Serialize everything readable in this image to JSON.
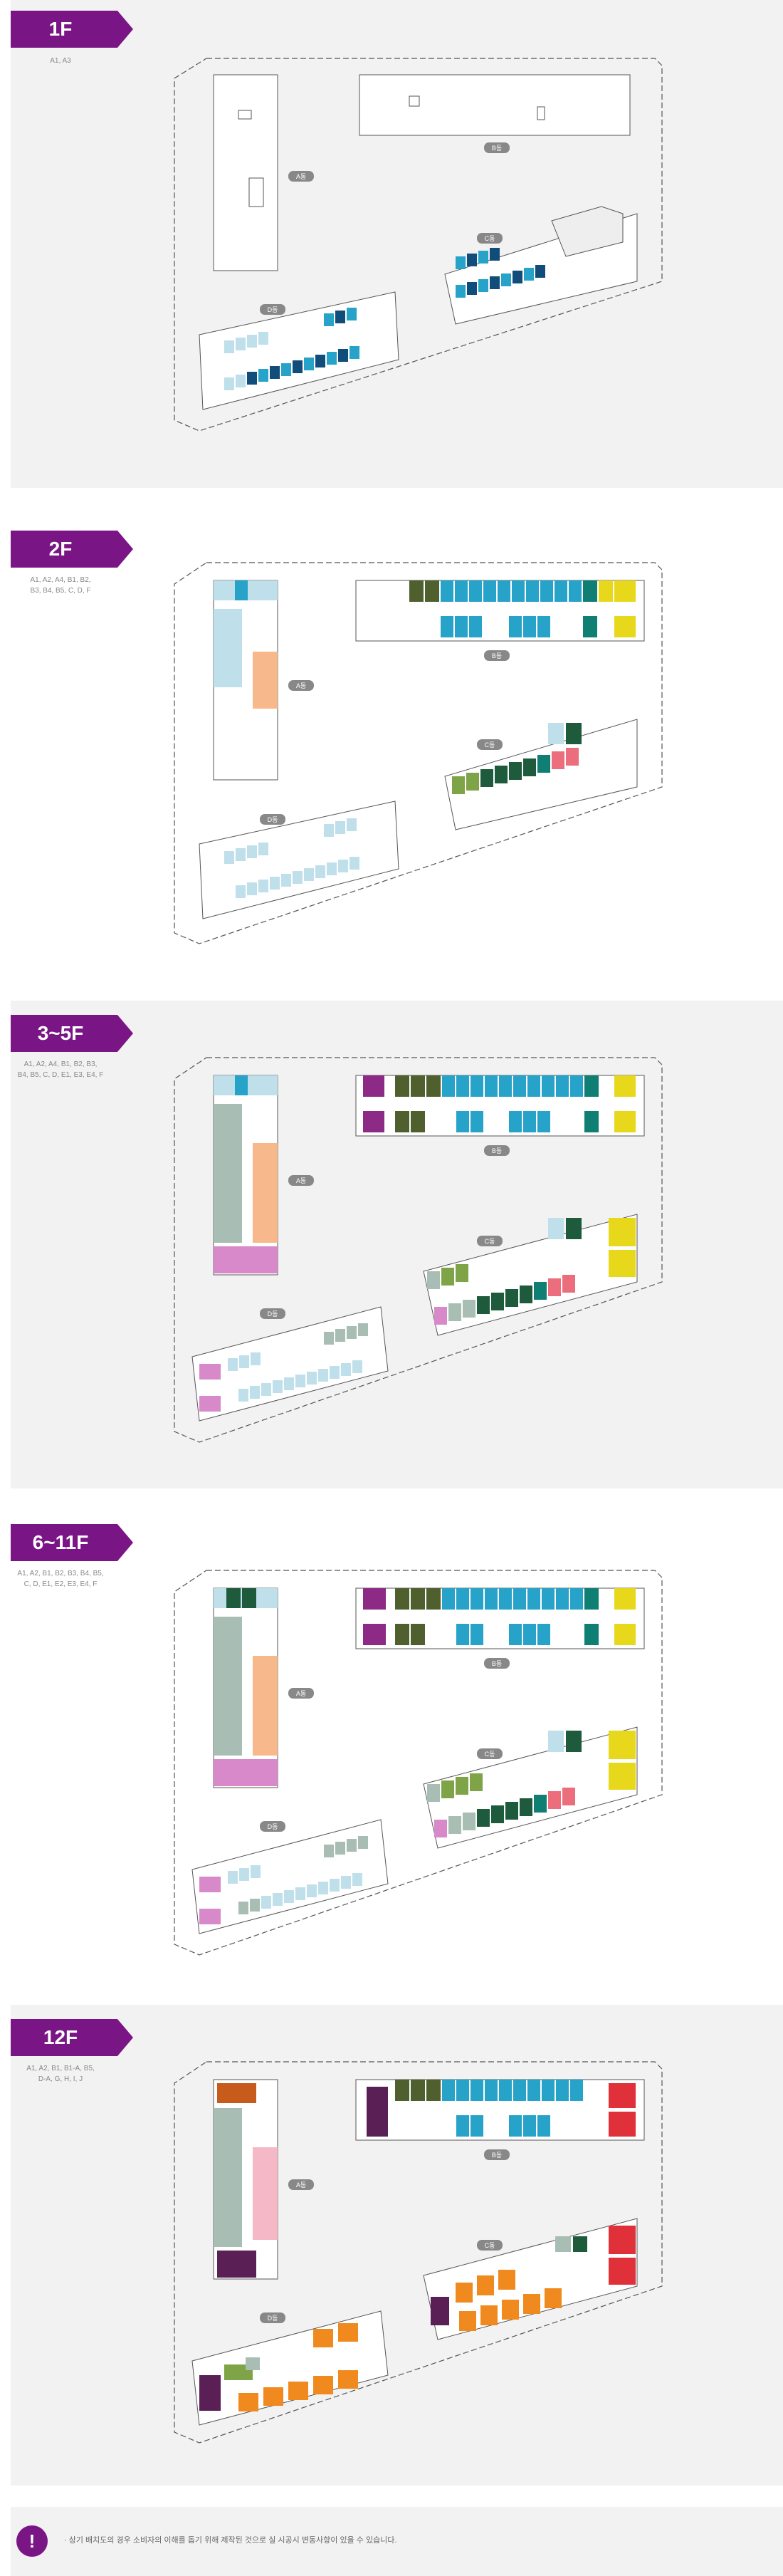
{
  "colors": {
    "tag": "#7a1585",
    "outline": "#555555",
    "lightblue": "#bfe0ea",
    "blue": "#27a3c9",
    "navy": "#114d7a",
    "teal": "#0f7f73",
    "darkgreen": "#1e5b3d",
    "olive": "#4f5f2e",
    "yellow": "#e8d81c",
    "orange": "#f7b98b",
    "pink": "#d789c9",
    "grayish": "#a8bdb3",
    "green": "#7ea447",
    "magenta": "#8c2a86",
    "red": "#e0303a",
    "salmon": "#ec6e7c",
    "deeporange": "#f08a1e",
    "babypink": "#f4b8c6",
    "plum": "#5a1f55",
    "rust": "#c75b1c"
  },
  "floors": [
    {
      "title": "1F",
      "units": [
        "A1, A3"
      ]
    },
    {
      "title": "2F",
      "units": [
        "A1, A2, A4, B1, B2,",
        "B3, B4, B5, C, D, F"
      ]
    },
    {
      "title": "3~5F",
      "units": [
        "A1, A2, A4, B1, B2, B3,",
        "B4, B5, C, D, E1, E3, E4, F"
      ]
    },
    {
      "title": "6~11F",
      "units": [
        "A1, A2, B1, B2, B3, B4, B5,",
        "C, D, E1, E2, E3, E4, F"
      ]
    },
    {
      "title": "12F",
      "units": [
        "A1, A2, B1, B1-A, B5,",
        "D-A, G, H, I, J"
      ]
    }
  ],
  "building_labels": {
    "a": "A동",
    "b": "B동",
    "c": "C동",
    "d": "D동"
  },
  "footer": {
    "icon": "!",
    "note": "· 상기 배치도의 경우 소비자의 이해를 돕기 위해 제작된 것으로 실 시공시 변동사항이 있을 수 있습니다."
  }
}
